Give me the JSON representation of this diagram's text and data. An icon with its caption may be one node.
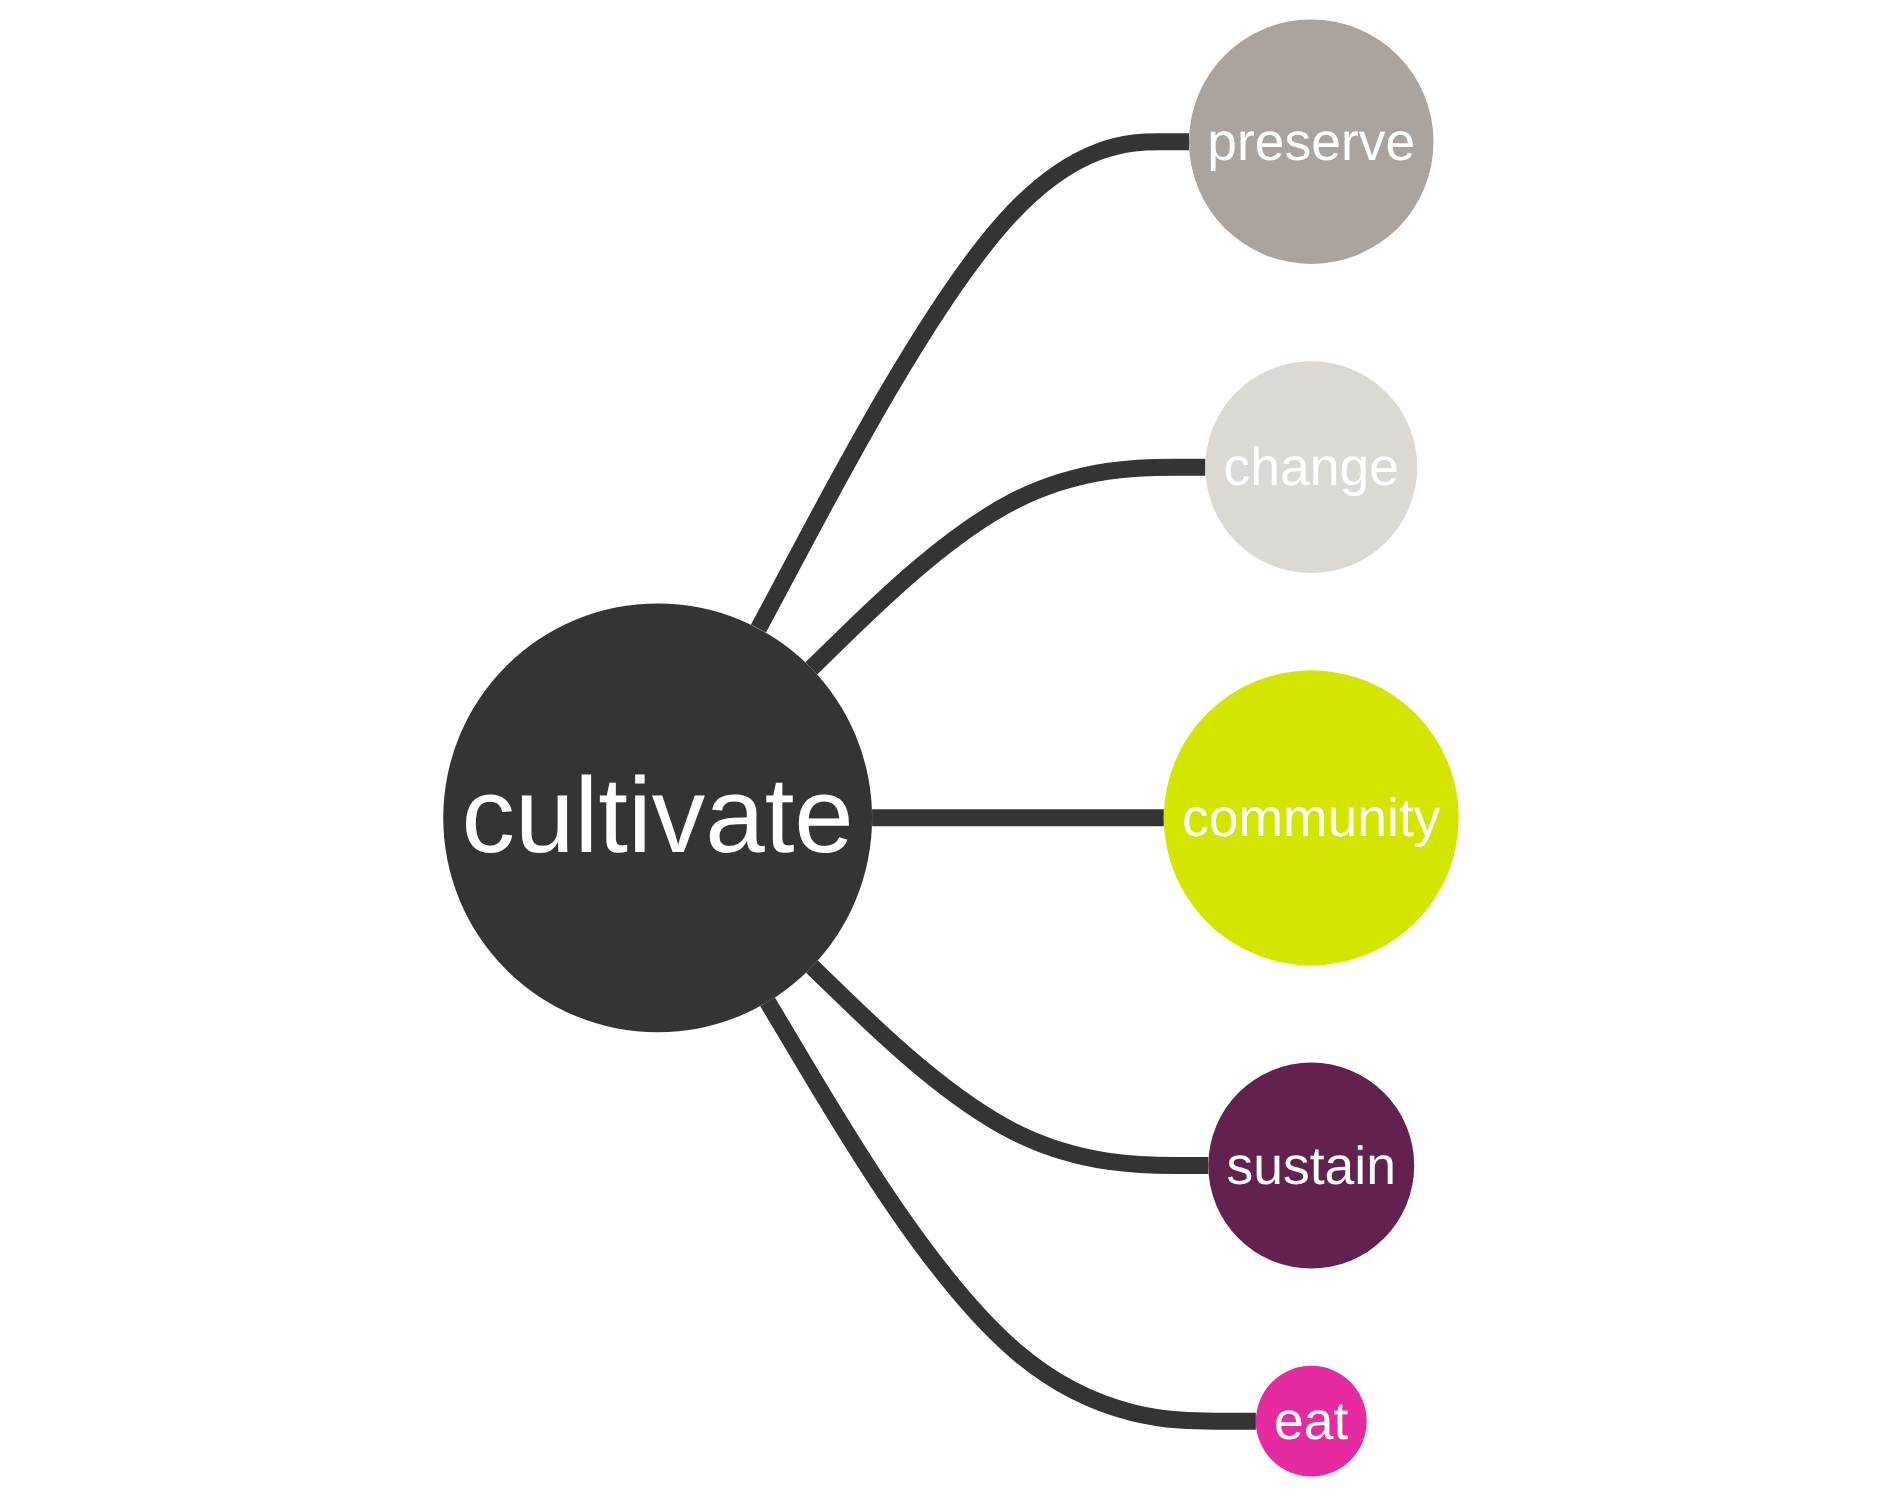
{
  "diagram": {
    "nodes": [
      {
        "text": [
          "preserve"
        ]
      },
      {
        "text": [
          "change"
        ]
      },
      {
        "text": [
          "community"
        ]
      },
      {
        "text": [
          "cultivate"
        ]
      },
      {
        "text": [
          "sustain"
        ]
      },
      {
        "text": [
          "eat"
        ]
      }
    ],
    "edges": [
      {
        "from": 3,
        "to": 0,
        "arrow": "none"
      },
      {
        "from": 3,
        "to": 1,
        "arrow": "none"
      },
      {
        "from": 3,
        "to": 2,
        "arrow": "none"
      },
      {
        "from": 3,
        "to": 4,
        "arrow": "none"
      },
      {
        "from": 3,
        "to": 5,
        "arrow": "none"
      }
    ]
  }
}
